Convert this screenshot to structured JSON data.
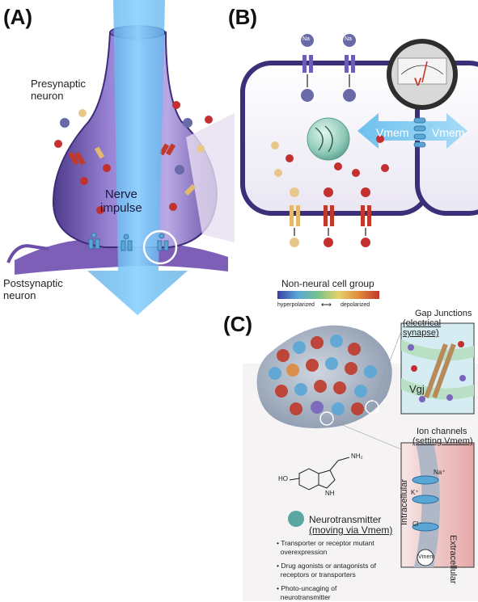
{
  "panel_a": {
    "label": "(A)",
    "presynaptic": [
      "Presynaptic",
      "neuron"
    ],
    "impulse": [
      "Nerve",
      "impulse"
    ],
    "postsynaptic": [
      "Postsynaptic",
      "neuron"
    ]
  },
  "panel_b": {
    "label": "(B)",
    "ion_na": "Na",
    "vmem_left": "Vmem",
    "vmem_right": "Vmem",
    "meter_letter": "V"
  },
  "panel_c": {
    "label": "(C)",
    "title": "Non-neural cell group",
    "scale_left": "hyperpolarized",
    "scale_right": "depolarized",
    "gap_title": "Gap Junctions",
    "gap_sub": "(electrical synapse)",
    "vgj": "Vgj",
    "ion_title": "Ion channels",
    "ion_sub": "(setting Vmem)",
    "ions": {
      "na": "Na⁺",
      "k": "K⁺",
      "cl": "Cl⁻"
    },
    "intracellular": "Intracellular",
    "extracellular": "Extracellular",
    "vmem_circle": "Vmem",
    "molecule_ho": "HO",
    "molecule_nh2": "NH₂",
    "molecule_nh": "NH",
    "neurotransmitter": "Neurotransmitter",
    "neuro_sub": "(moving via Vmem)",
    "bullets": [
      [
        "Transporter or receptor mutant",
        "overexpression"
      ],
      [
        "Drug agonists or antagonists of",
        "receptors or transporters"
      ],
      [
        "Photo-uncaging of",
        "neurotransmitter"
      ]
    ]
  },
  "colors": {
    "neuron_purple": "#8a72c4",
    "impulse_blue": "#58b4ea",
    "na_ion": "#6a6aa8",
    "k_ion": "#c43030",
    "cl_ion": "#e8c88a",
    "channel_red": "#c0392b",
    "channel_tan": "#e2b96f",
    "channel_blue": "#5aa7d6"
  }
}
